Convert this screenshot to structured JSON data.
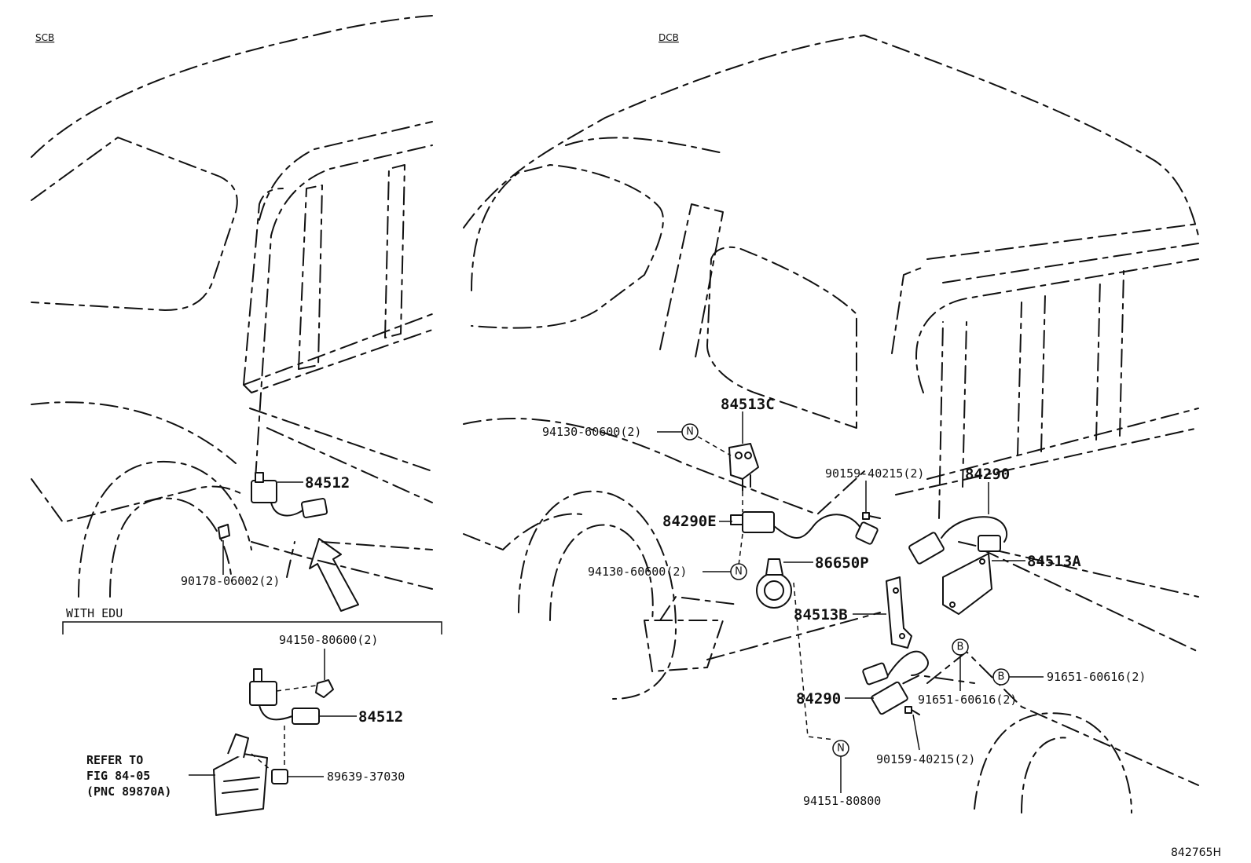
{
  "variants": {
    "left": "SCB",
    "right": "DCB"
  },
  "section_label": "WITH EDU",
  "refer_note": [
    "REFER TO",
    "FIG 84-05",
    "(PNC 89870A)"
  ],
  "figure_number": "842765H",
  "callouts": {
    "left_84512": "84512",
    "left_90178": "90178-06002(2)",
    "edu_94150": "94150-80600(2)",
    "edu_84512": "84512",
    "edu_89639": "89639-37030",
    "r_84513C": "84513C",
    "r_94130_top": "94130-60600(2)",
    "r_84290E": "84290E",
    "r_94130_bot": "94130-60600(2)",
    "r_86650P": "86650P",
    "r_90159_top": "90159-40215(2)",
    "r_84290_top": "84290",
    "r_84513A": "84513A",
    "r_84513B": "84513B",
    "r_84290_bot": "84290",
    "r_91651_a": "91651-60616(2)",
    "r_91651_b": "91651-60616(2)",
    "r_90159_bot": "90159-40215(2)",
    "r_94151": "94151-80800"
  },
  "markers": {
    "N": "N",
    "B": "B"
  }
}
